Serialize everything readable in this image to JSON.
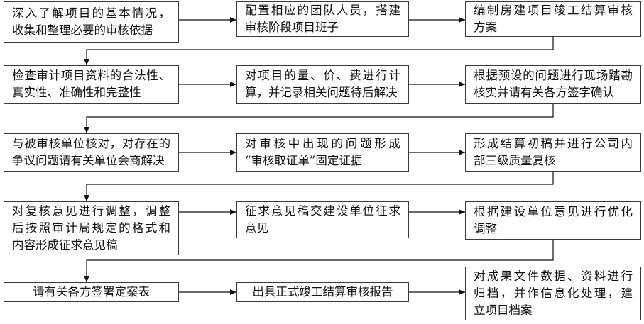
{
  "colors": {
    "border": "#3a3a3a",
    "arrow": "#111111",
    "text": "#111111",
    "background": "#ffffff"
  },
  "flowchart": {
    "rows": [
      {
        "steps": [
          {
            "lines": [
              "深入了解项目的基本情况，",
              "收集和整理必要的审核依据"
            ]
          },
          {
            "lines": [
              "配置相应的团队人员，搭建",
              "审核阶段项目班子"
            ]
          },
          {
            "lines": [
              "编制房建项目竣工结算审核",
              "方案"
            ]
          }
        ]
      },
      {
        "steps": [
          {
            "lines": [
              "检查审计项目资料的合法性、",
              "真实性、准确性和完整性"
            ]
          },
          {
            "lines": [
              "对项目的量、价、费进行计",
              "算，并记录相关问题待后解决"
            ]
          },
          {
            "lines": [
              "根据预设的问题进行现场踏勘",
              "核实并请有关各方签字确认"
            ]
          }
        ]
      },
      {
        "steps": [
          {
            "lines": [
              "与被审核单位核对，对存在的",
              "争议问题请有关单位会商解决"
            ]
          },
          {
            "lines": [
              "对审核中出现的问题形成",
              "“审核取证单”固定证据"
            ]
          },
          {
            "lines": [
              "形成结算初稿并进行公司内",
              "部三级质量复核"
            ]
          }
        ]
      },
      {
        "steps": [
          {
            "lines": [
              "对复核意见进行调整，调整",
              "后按照审计局规定的格式和",
              "内容形成征求意见稿"
            ]
          },
          {
            "lines": [
              "征求意见稿交建设单位征求",
              "意见"
            ]
          },
          {
            "lines": [
              "根据建设单位意见进行优化",
              "调整"
            ]
          }
        ]
      },
      {
        "steps": [
          {
            "lines": [
              "请有关各方签署定案表"
            ]
          },
          {
            "lines": [
              "出具正式竣工结算审核报告"
            ]
          },
          {
            "lines": [
              "对成果文件数据、资料进行",
              "归档，并作信息化处理，建",
              "立项目档案"
            ]
          }
        ]
      }
    ]
  }
}
